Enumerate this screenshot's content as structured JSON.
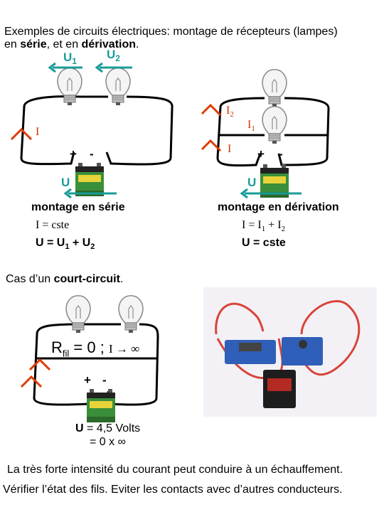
{
  "heading": {
    "line1": "Exemples de circuits électriques: montage de récepteurs (lampes)",
    "line2_prefix": "en ",
    "line2_serie": "série",
    "line2_mid": ", et en ",
    "line2_derivation": "dérivation",
    "line2_end": "."
  },
  "serie": {
    "u1": "U",
    "u1_sub": "1",
    "u2": "U",
    "u2_sub": "2",
    "i": "I",
    "plus": "+",
    "minus": "-",
    "u": "U",
    "title": "montage en série",
    "eq1": "I = cste",
    "eq2_a": "U = U",
    "eq2_sub1": "1",
    "eq2_b": " + U",
    "eq2_sub2": "2"
  },
  "derivation": {
    "i2": "I",
    "i2_sub": "2",
    "i1": "I",
    "i1_sub": "1",
    "i": "I",
    "plus": "+",
    "minus": "-",
    "u": "U",
    "title": "montage en dérivation",
    "eq1_a": "I = I",
    "eq1_sub1": "1",
    "eq1_b": " + I",
    "eq1_sub2": "2",
    "eq2": "U = cste"
  },
  "court_circuit": {
    "prefix": "Cas d’un ",
    "bold": "court-circuit",
    "suffix": ".",
    "r": "R",
    "r_sub": "fil",
    "r_eq": " = 0 ; ",
    "i_part": "I → ∞",
    "plus": "+",
    "minus": "-",
    "u_line1_a": "U",
    "u_line1_b": " = 4,5 Volts",
    "u_line2": "= 0  x  ∞"
  },
  "footer": {
    "line1": "La très forte intensité du courant peut conduire à un échauffement.",
    "line2": "Vérifier l’état des fils. Eviter les contacts avec d’autres conducteurs."
  },
  "colors": {
    "arrow": "#1a9c97",
    "current": "#cc3300",
    "wire": "#000000",
    "accent": "#e03b00"
  }
}
